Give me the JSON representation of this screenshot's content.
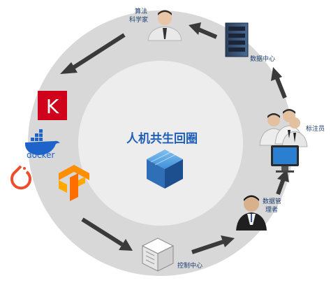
{
  "diagram": {
    "center_title": "人机共生回圈",
    "nodes": {
      "scientist_line1": "算法",
      "scientist_line2": "科学家",
      "data_center": "数据中心",
      "annotators": "标注员",
      "data_manager_line1": "数据管",
      "data_manager_line2": "理者",
      "control_center": "控制中心",
      "docker": "docker",
      "keras": "K"
    },
    "colors": {
      "ring": "#d6d6d6",
      "inner": "#ececec",
      "arrow": "#3a3a3a",
      "label": "#1a3c6e",
      "title": "#1f5fb8",
      "keras_red": "#d0021b",
      "docker_blue": "#1d63c9",
      "tensorflow_orange": "#ff8f00",
      "pytorch_red": "#ee4c2c"
    }
  }
}
